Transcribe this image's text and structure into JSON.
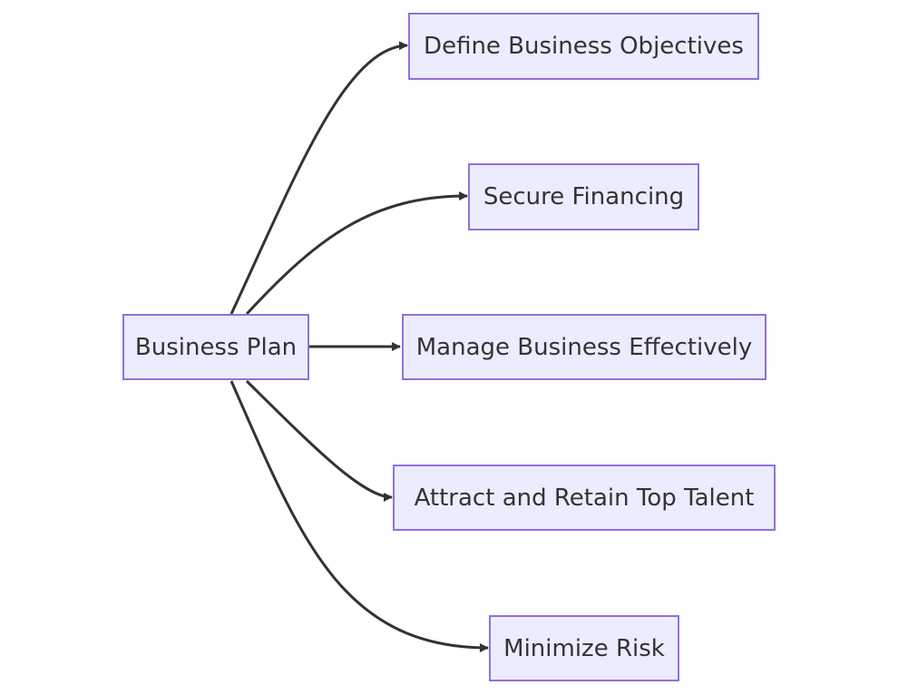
{
  "diagram": {
    "type": "flowchart",
    "direction": "left-to-right",
    "colors": {
      "node_fill": "#ECECFF",
      "node_border": "#9370DB",
      "edge": "#333333",
      "text": "#333333"
    },
    "nodes": {
      "root": "Business Plan",
      "objectives": "Define Business Objectives",
      "financing": "Secure Financing",
      "manage": "Manage Business Effectively",
      "talent": "Attract and Retain Top Talent",
      "risk": "Minimize Risk"
    },
    "edges": [
      {
        "from": "root",
        "to": "objectives"
      },
      {
        "from": "root",
        "to": "financing"
      },
      {
        "from": "root",
        "to": "manage"
      },
      {
        "from": "root",
        "to": "talent"
      },
      {
        "from": "root",
        "to": "risk"
      }
    ]
  }
}
